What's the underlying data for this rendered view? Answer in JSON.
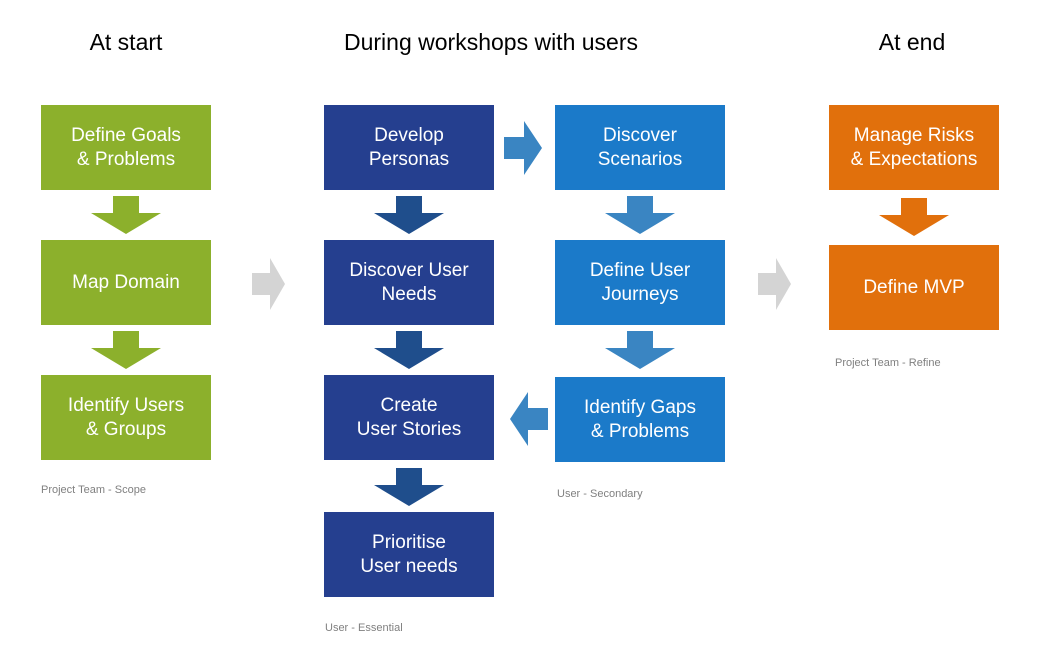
{
  "diagram": {
    "title_columns": [
      {
        "id": "at-start",
        "label": "At start"
      },
      {
        "id": "during-workshops",
        "label": "During workshops with users"
      },
      {
        "id": "at-end",
        "label": "At end"
      }
    ],
    "colors": {
      "green": "#8CB02C",
      "green_arrow": "#8CB02C",
      "dark_blue": "#253F8F",
      "dark_blue_arrow": "#1F4E8C",
      "medium_blue": "#1B7AC9",
      "medium_blue_arrow": "#3A85C2",
      "orange": "#E1700C",
      "orange_arrow": "#E1700C",
      "gray_arrow": "#D4D4D4",
      "caption_text": "#808080",
      "header_text": "#000000",
      "node_text": "#FFFFFF"
    },
    "lanes": {
      "scope": {
        "nodes": [
          {
            "id": "define-goals-problems",
            "line1": "Define Goals",
            "line2": "& Problems"
          },
          {
            "id": "map-domain",
            "line1": "Map Domain",
            "line2": ""
          },
          {
            "id": "identify-users-groups",
            "line1": "Identify Users",
            "line2": "& Groups"
          }
        ],
        "caption": "Project Team - Scope"
      },
      "essential": {
        "nodes": [
          {
            "id": "develop-personas",
            "line1": "Develop",
            "line2": "Personas"
          },
          {
            "id": "discover-user-needs",
            "line1": "Discover User",
            "line2": "Needs"
          },
          {
            "id": "create-user-stories",
            "line1": "Create",
            "line2": "User Stories"
          },
          {
            "id": "prioritise-user-needs",
            "line1": "Prioritise",
            "line2": "User needs"
          }
        ],
        "caption": "User - Essential"
      },
      "secondary": {
        "nodes": [
          {
            "id": "discover-scenarios",
            "line1": "Discover",
            "line2": "Scenarios"
          },
          {
            "id": "define-user-journeys",
            "line1": "Define User",
            "line2": "Journeys"
          },
          {
            "id": "identify-gaps-problems",
            "line1": "Identify Gaps",
            "line2": "& Problems"
          }
        ],
        "caption": "User - Secondary"
      },
      "refine": {
        "nodes": [
          {
            "id": "manage-risks-expectations",
            "line1": "Manage Risks",
            "line2": "& Expectations"
          },
          {
            "id": "define-mvp",
            "line1": "Define MVP",
            "line2": ""
          }
        ],
        "caption": "Project Team - Refine"
      }
    },
    "connectors": [
      {
        "id": "scope-1-to-2",
        "direction": "down",
        "color": "#8CB02C"
      },
      {
        "id": "scope-2-to-3",
        "direction": "down",
        "color": "#8CB02C"
      },
      {
        "id": "scope-to-workshops",
        "direction": "right",
        "color": "#D4D4D4"
      },
      {
        "id": "personas-to-needs",
        "direction": "down",
        "color": "#1F4E8C"
      },
      {
        "id": "needs-to-stories",
        "direction": "down",
        "color": "#1F4E8C"
      },
      {
        "id": "stories-to-prioritise",
        "direction": "down",
        "color": "#1F4E8C"
      },
      {
        "id": "personas-to-scenarios",
        "direction": "right",
        "color": "#3A85C2"
      },
      {
        "id": "scenarios-to-journeys",
        "direction": "down",
        "color": "#3A85C2"
      },
      {
        "id": "journeys-to-gaps",
        "direction": "down",
        "color": "#3A85C2"
      },
      {
        "id": "gaps-to-stories",
        "direction": "left",
        "color": "#3A85C2"
      },
      {
        "id": "workshops-to-end",
        "direction": "right",
        "color": "#D4D4D4"
      },
      {
        "id": "risks-to-mvp",
        "direction": "down",
        "color": "#E1700C"
      }
    ]
  }
}
